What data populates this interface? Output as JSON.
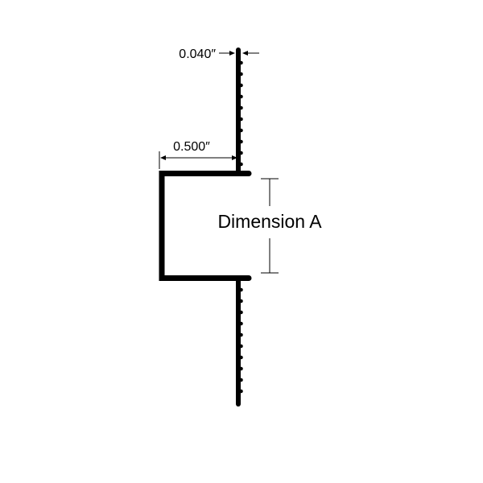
{
  "diagram": {
    "labels": {
      "thickness": "0.040″",
      "flange_width": "0.500″",
      "dimension_a": "Dimension A"
    },
    "colors": {
      "stroke": "#000000",
      "background": "#ffffff"
    }
  }
}
